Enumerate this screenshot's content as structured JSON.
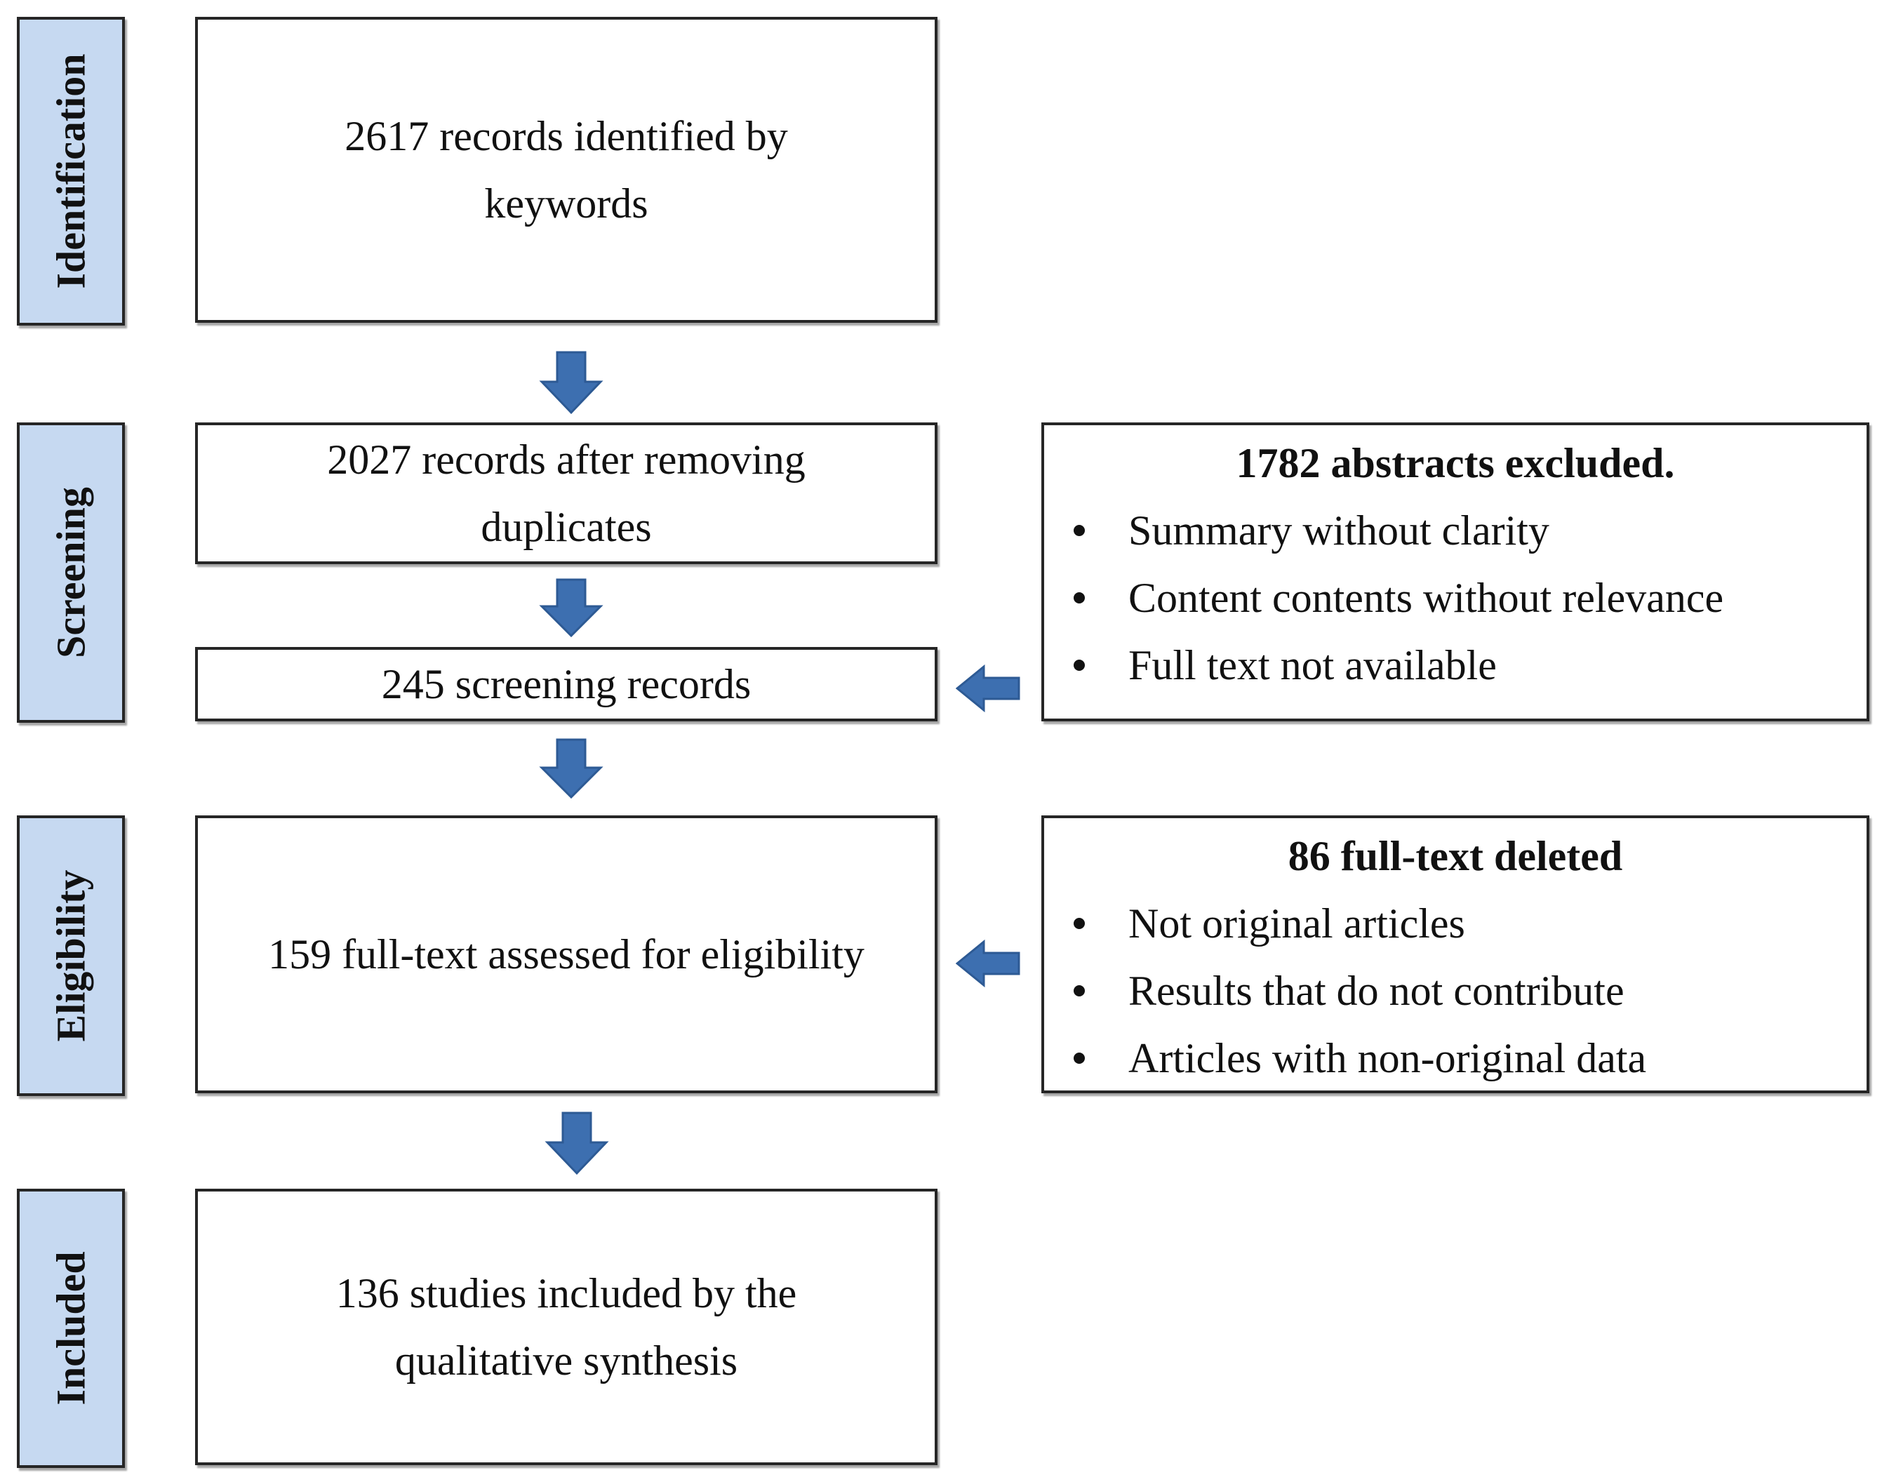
{
  "stages": {
    "identification": "Identification",
    "screening": "Screening",
    "eligibility": "Eligibility",
    "included": "Included"
  },
  "boxes": {
    "identified": [
      "2617 records identified by",
      "keywords"
    ],
    "after_duplicates": [
      "2027 records after removing",
      "duplicates"
    ],
    "screening_records": "245 screening  records",
    "fulltext_assessed": "159  full-text assessed for eligibility",
    "included": [
      "136 studies included by the",
      "qualitative  synthesis"
    ]
  },
  "excluded_abstracts": {
    "title": "1782 abstracts  excluded.",
    "items": [
      "Summary  without  clarity",
      "Content  contents  without  relevance",
      "Full text not available"
    ]
  },
  "deleted_fulltext": {
    "title": "86 full-text  deleted",
    "items": [
      "Not original  articles",
      "Results that do not contribute",
      "Articles  with non-original  data"
    ]
  },
  "colors": {
    "stage_fill": "#c6d9f1",
    "arrow": "#3d6fb0",
    "border": "#262626"
  }
}
